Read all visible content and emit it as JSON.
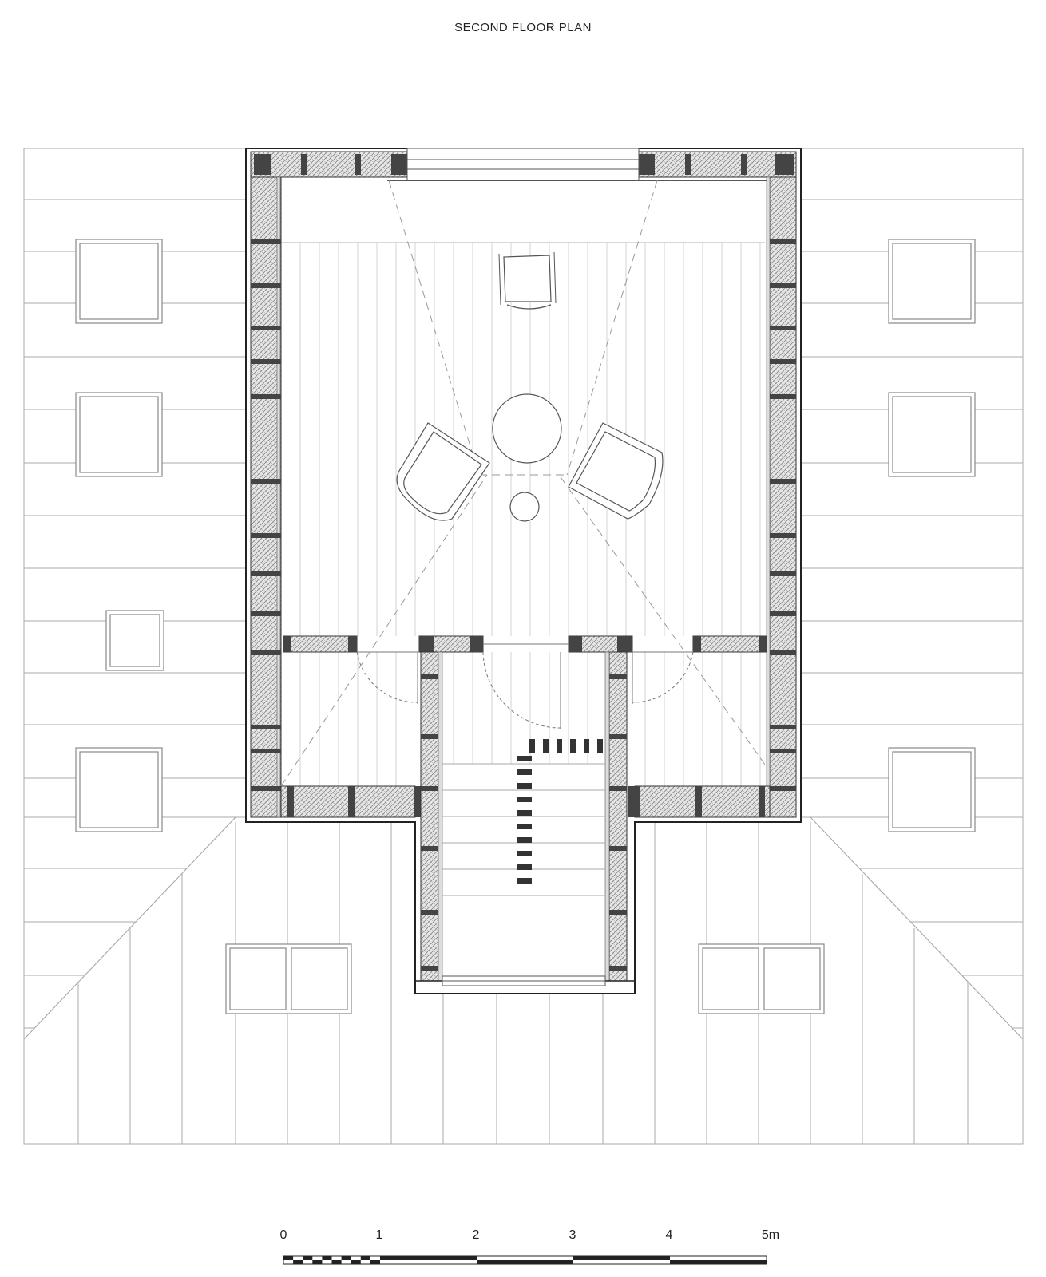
{
  "title": "SECOND FLOOR PLAN",
  "scale_bar": {
    "labels": [
      "0",
      "1",
      "2",
      "3",
      "4",
      "5m"
    ]
  }
}
